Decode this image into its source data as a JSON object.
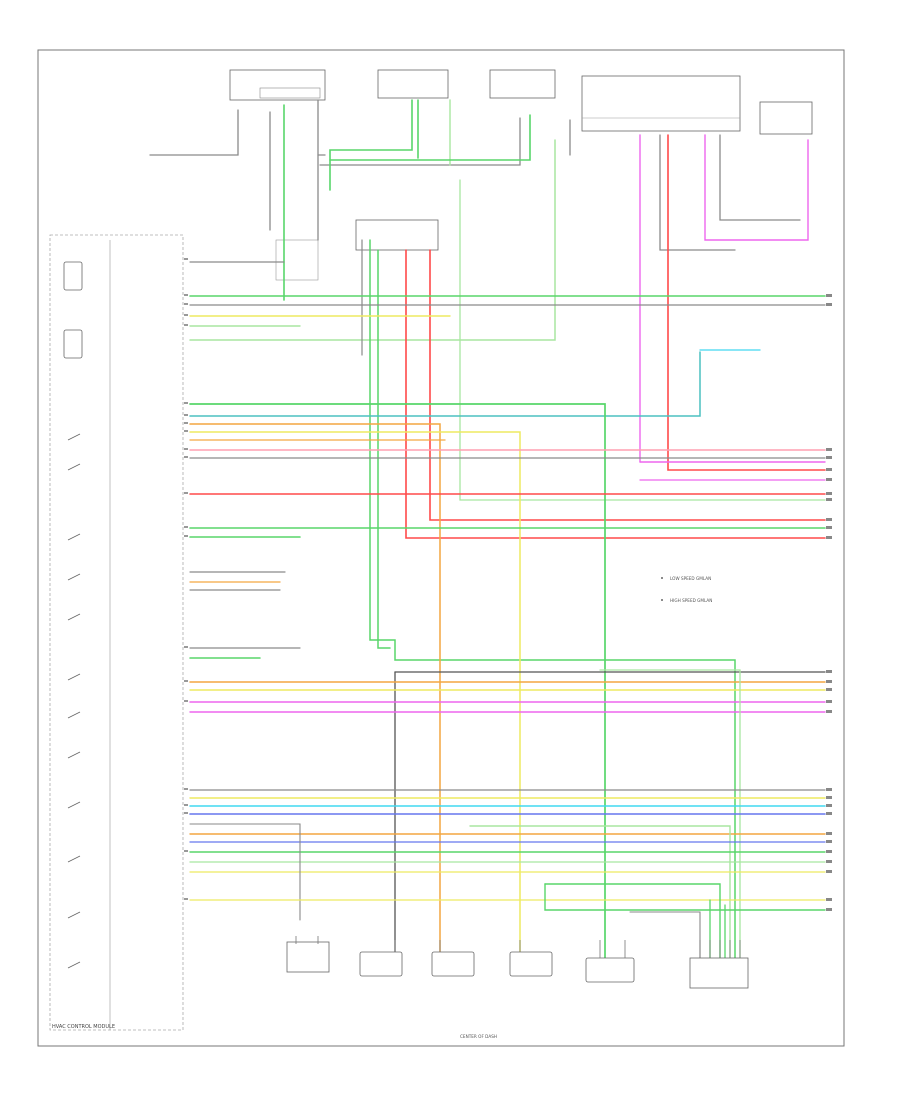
{
  "module_title": "HVAC CONTROL MODULE",
  "legend": {
    "low_speed": "LOW SPEED GMLAN",
    "high_speed": "HIGH SPEED GMLAN"
  },
  "bottom_center_label": "CENTER OF DASH",
  "colors": {
    "green": "#58d66a",
    "light_green": "#a8e6a0",
    "red": "#ff4a4a",
    "pink": "#ff9fb0",
    "magenta": "#ee66ee",
    "orange": "#f4a640",
    "yellow": "#eeea60",
    "blue": "#6677ee",
    "cyan": "#40d8f0",
    "teal": "#4cc0c0",
    "gray": "#8a8a8a",
    "dark": "#555555"
  }
}
